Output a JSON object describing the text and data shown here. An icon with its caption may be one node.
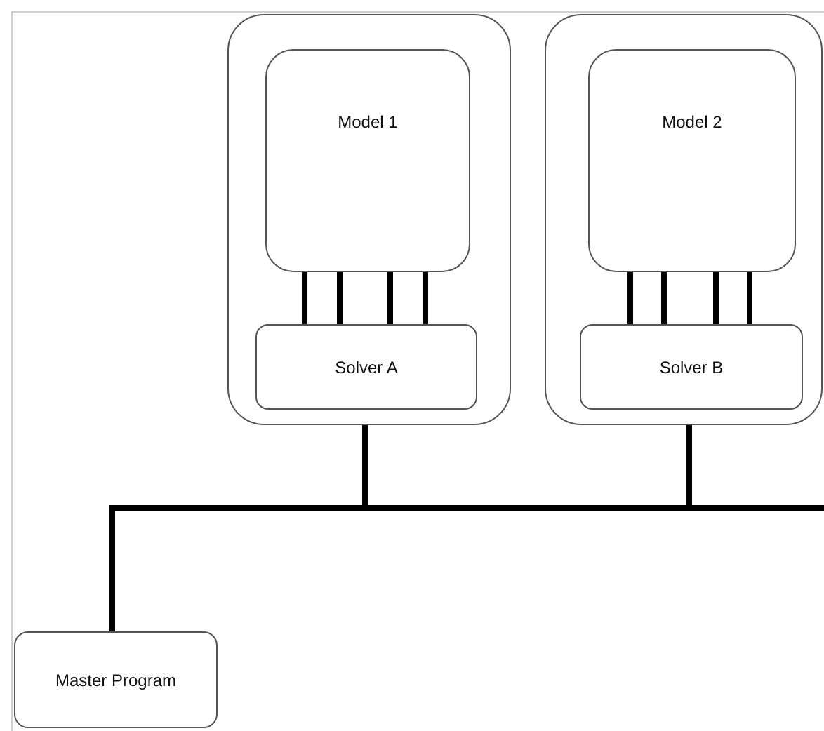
{
  "diagram": {
    "nodes": [
      {
        "text": [],
        "shape": "box"
      },
      {
        "text": [
          "Model 1"
        ],
        "in": 0
      },
      {
        "text": [
          "Solver A"
        ],
        "in": 0
      },
      {
        "text": [],
        "shape": "box"
      },
      {
        "text": [
          "Model 2"
        ],
        "in": 3
      },
      {
        "text": [
          "Solver B"
        ],
        "in": 3
      },
      {
        "text": [
          "Master Program"
        ]
      },
      {
        "text": [],
        "shape": "bar"
      }
    ],
    "edges": [
      {
        "from": 1,
        "to": 2,
        "arrow": "none"
      },
      {
        "from": 1,
        "to": 2,
        "arrow": "none"
      },
      {
        "from": 1,
        "to": 2,
        "arrow": "none"
      },
      {
        "from": 1,
        "to": 2,
        "arrow": "none"
      },
      {
        "from": 4,
        "to": 5,
        "arrow": "none"
      },
      {
        "from": 4,
        "to": 5,
        "arrow": "none"
      },
      {
        "from": 4,
        "to": 5,
        "arrow": "none"
      },
      {
        "from": 4,
        "to": 5,
        "arrow": "none"
      },
      {
        "from": 0,
        "to": 7,
        "arrow": "none"
      },
      {
        "from": 3,
        "to": 7,
        "arrow": "none"
      },
      {
        "from": 6,
        "to": 7,
        "arrow": "none"
      }
    ]
  }
}
